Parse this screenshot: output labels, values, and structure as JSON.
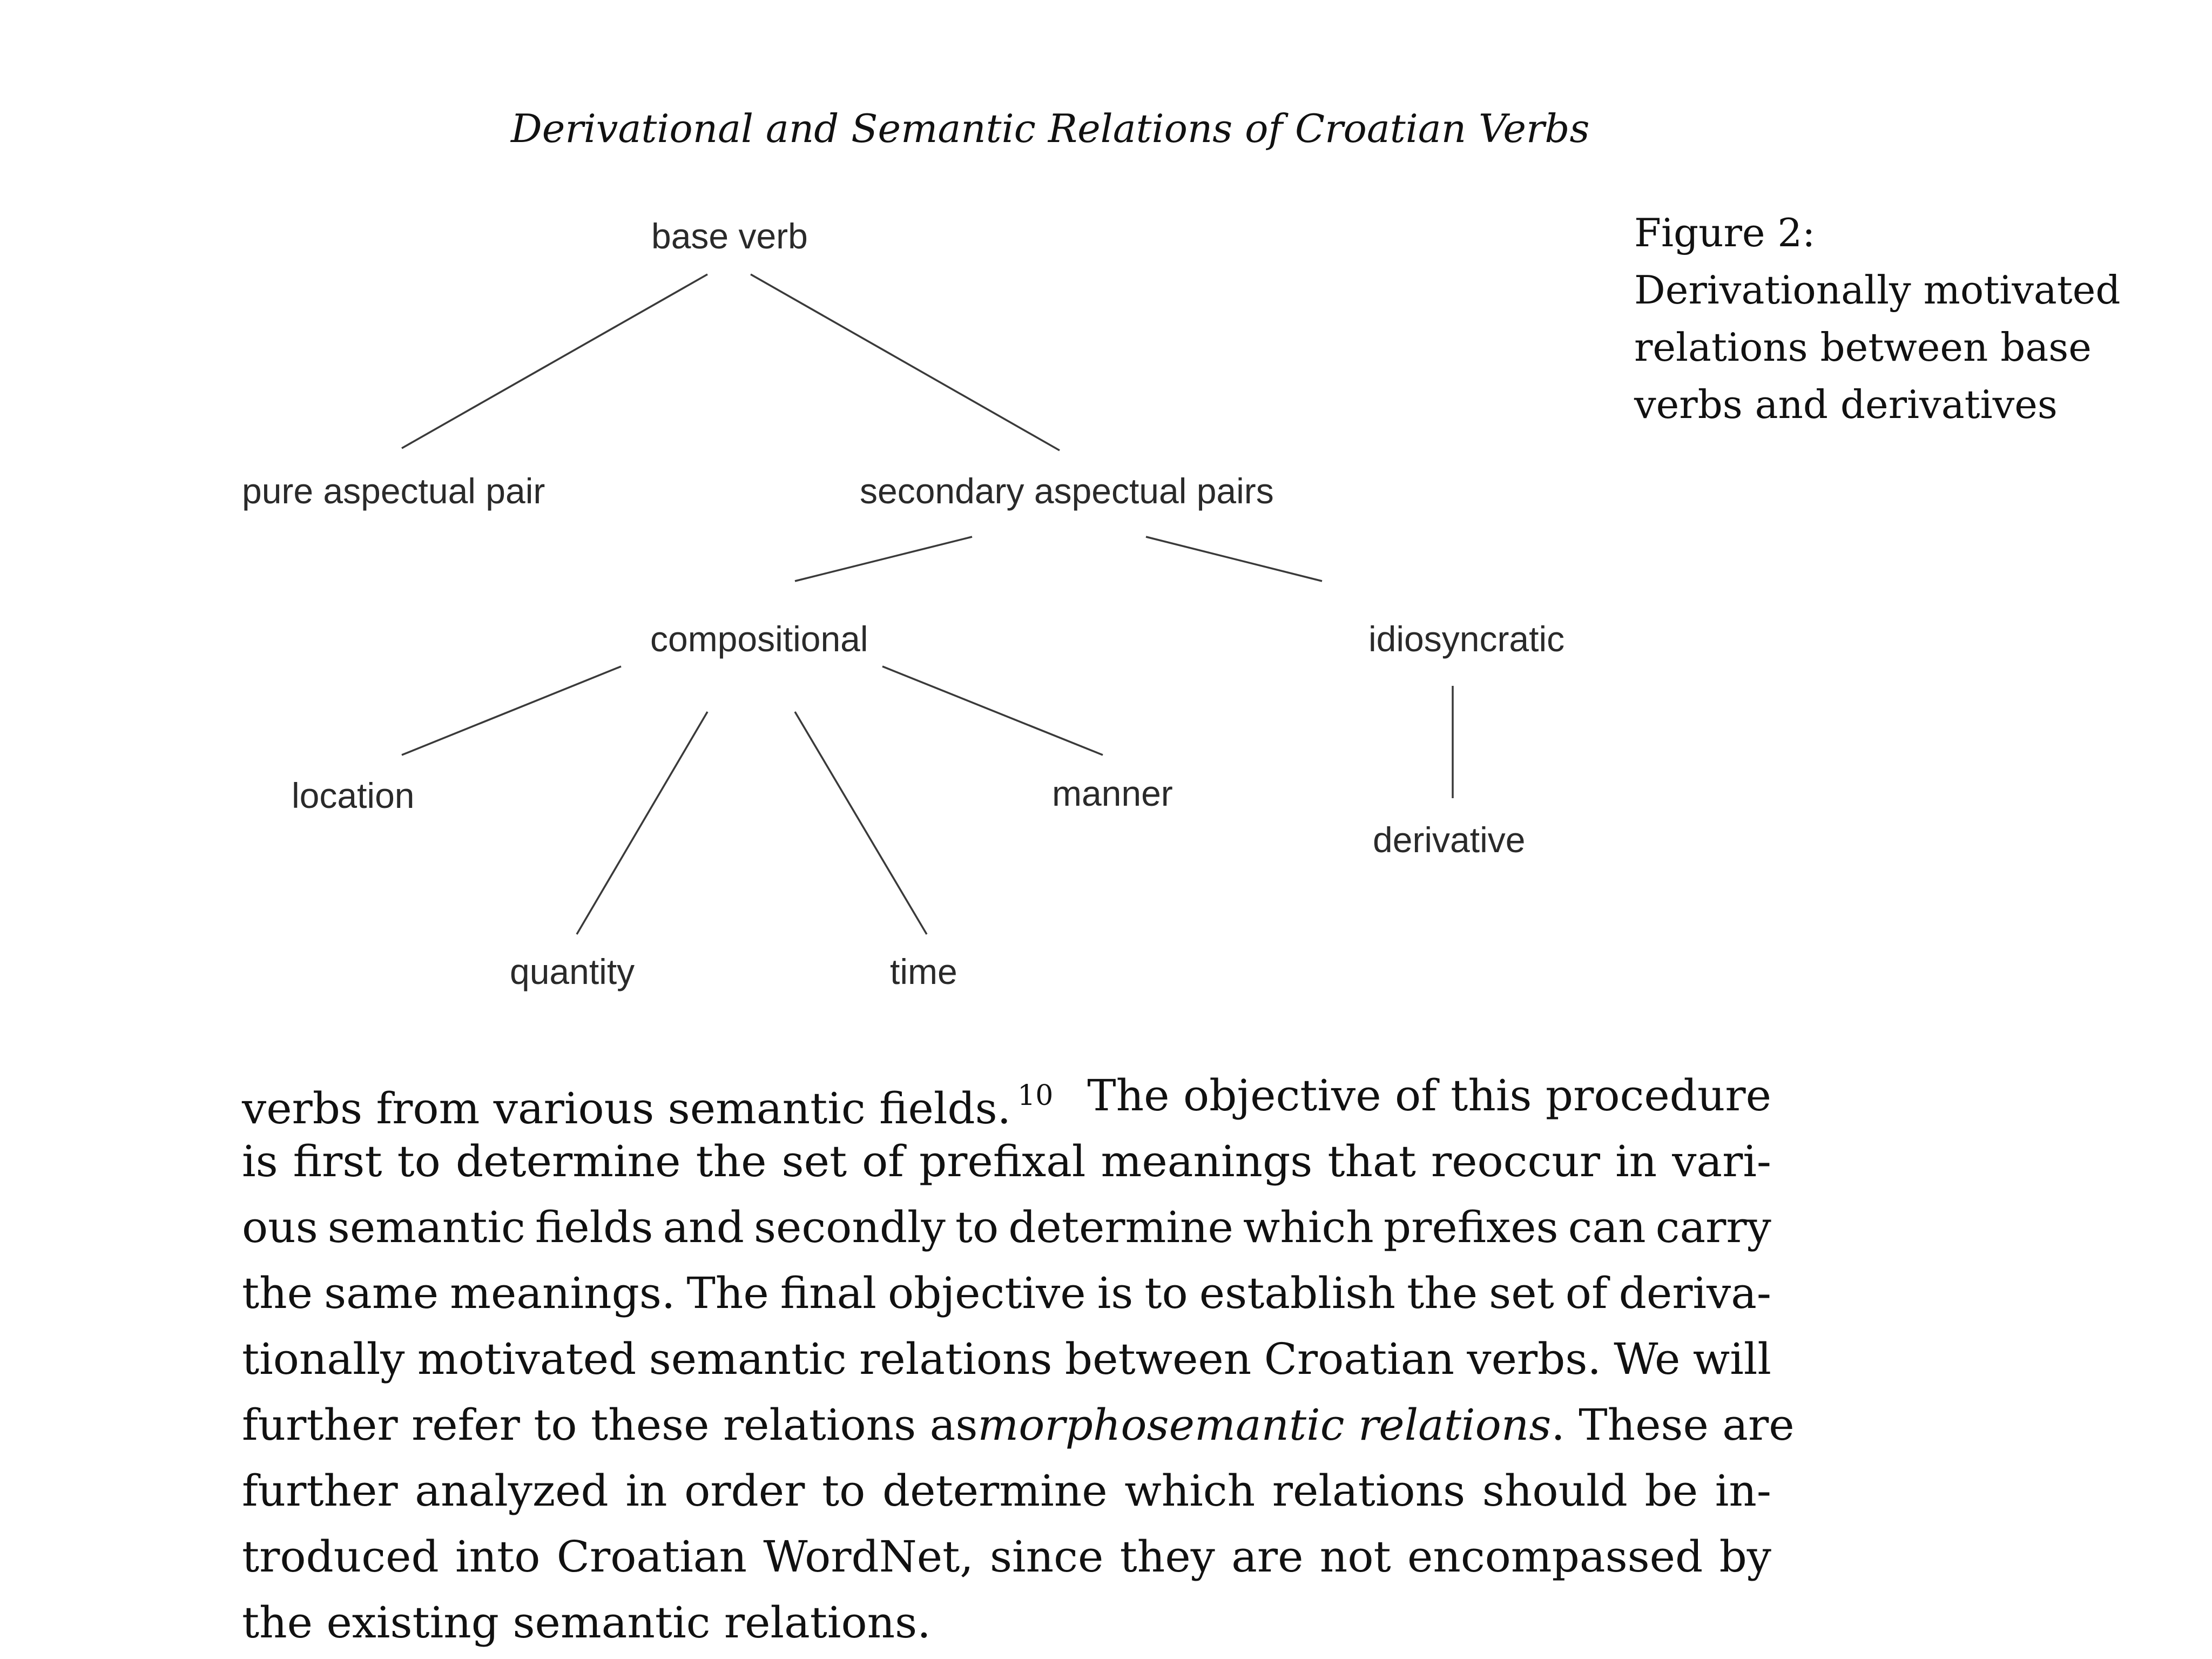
{
  "header": {
    "running_title": "Derivational and Semantic Relations of Croatian Verbs"
  },
  "figure": {
    "nodes": {
      "base_verb": "base verb",
      "pure_aspectual_pair": "pure aspectual pair",
      "secondary_aspectual_pairs": "secondary aspectual pairs",
      "compositional": "compositional",
      "idiosyncratic": "idiosyncratic",
      "location": "location",
      "quantity": "quantity",
      "time": "time",
      "manner": "manner",
      "derivative": "derivative"
    },
    "caption": {
      "label": "Figure 2:",
      "lines": [
        "Derivationally motivated",
        "relations between base",
        "verbs and derivatives"
      ]
    }
  },
  "body": {
    "lines": [
      [
        "verbs from various semantic fields.",
        "The objective of this procedure"
      ],
      "is first to determine the set of prefixal meanings that reoccur in vari-",
      "ous semantic fields and secondly to determine which prefixes can carry",
      "the same meanings. The final objective is to establish the set of deriva-",
      "tionally motivated semantic relations between Croatian verbs. We will",
      [
        "further refer to these relations as",
        "morphosemantic relations",
        ". These are"
      ],
      "further analyzed in order to determine which relations should be in-",
      "troduced into Croatian WordNet, since they are not encompassed by",
      "the existing semantic relations."
    ],
    "footnote_ref": "10"
  }
}
